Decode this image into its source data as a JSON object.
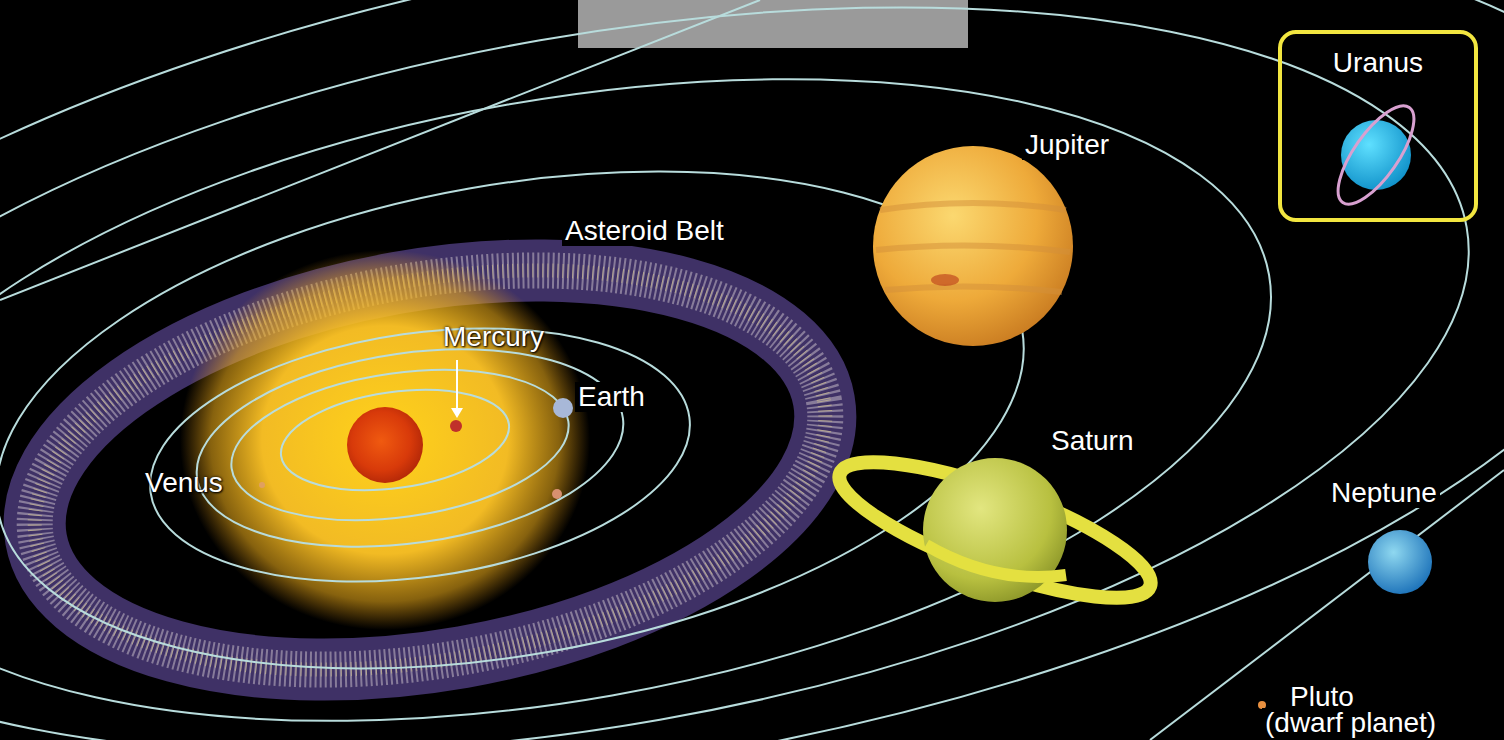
{
  "diagram": {
    "nodes": [
      {
        "text": [
          "Uranus"
        ]
      }
    ],
    "labels": [
      "Asteroid Belt",
      "Jupiter",
      "Mercury",
      "Earth",
      "Saturn",
      "Venus",
      "Neptune",
      "Pluto",
      "(dwarf planet)"
    ]
  }
}
